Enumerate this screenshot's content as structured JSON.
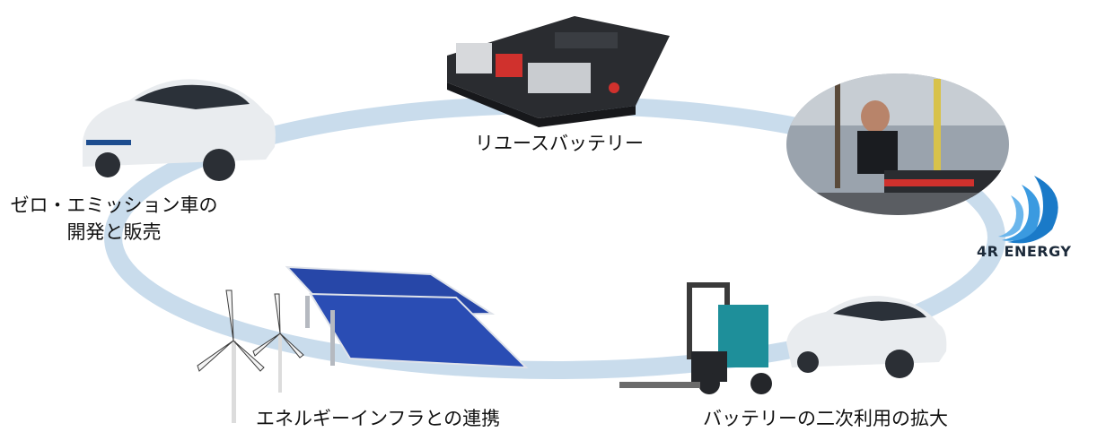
{
  "labels": {
    "reuse_battery": "リユースバッテリー",
    "zev_line1": "ゼロ・エミッション車の",
    "zev_line2": "開発と販売",
    "infra": "エネルギーインフラとの連携",
    "secondary_use": "バッテリーの二次利用の拡大"
  },
  "logo": {
    "text": "4R ENERGY"
  },
  "colors": {
    "cycle_ring": "#c9dcec",
    "logo_blue": "#1a7ac8",
    "logo_text": "#1c2a3a",
    "car_body": "#e9ecef",
    "panel_blue": "#2747a8",
    "forklift_teal": "#1e8f9a",
    "battery_dark": "#2a2c30",
    "battery_red": "#d0312d"
  },
  "icons": [
    "ev-car-icon",
    "battery-pack-icon",
    "factory-worker-photo",
    "4r-energy-logo",
    "forklift-icon",
    "solar-panel-icon",
    "wind-turbine-icon"
  ]
}
